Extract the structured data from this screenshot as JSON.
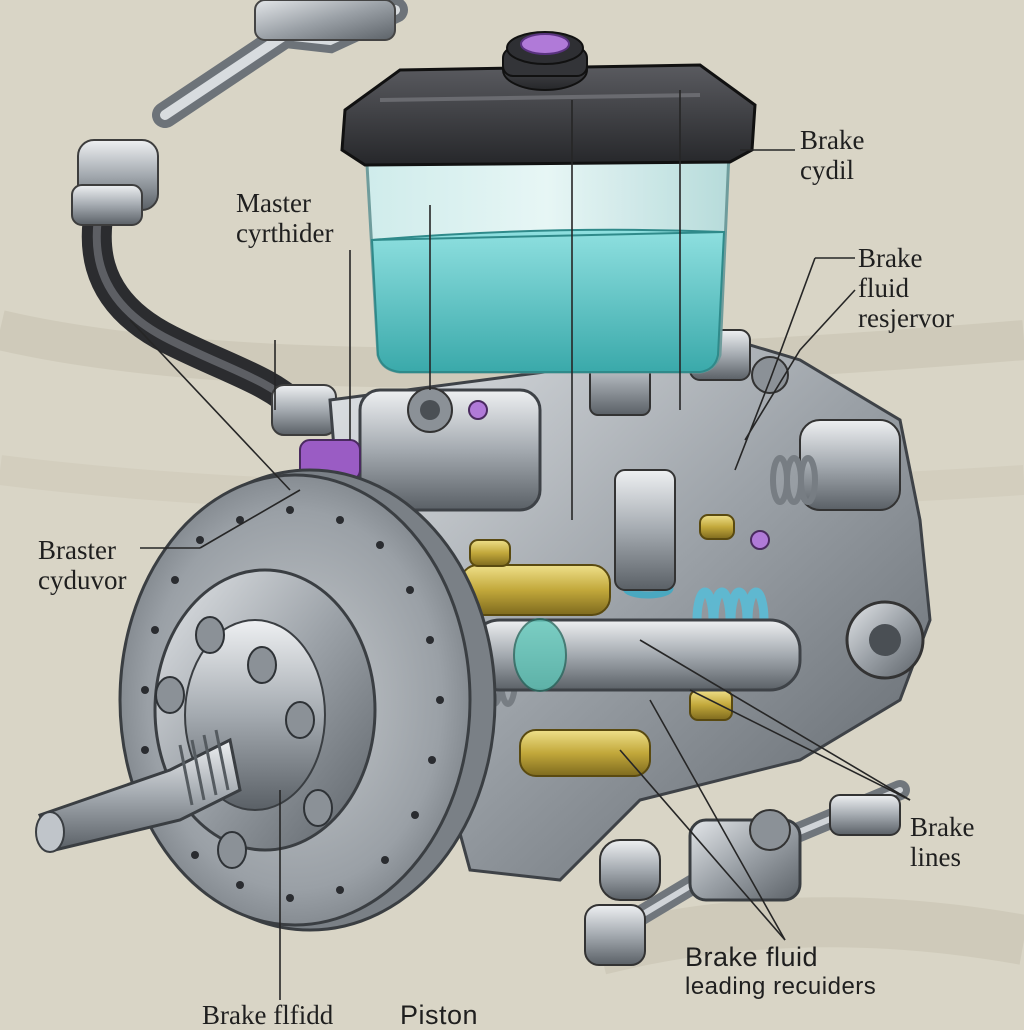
{
  "labels": {
    "brake_cydil": [
      "Brake",
      "cydil"
    ],
    "master_cyrthider": [
      "Master",
      "cyrthider"
    ],
    "brake_fluid_resjervor": [
      "Brake",
      "fluid",
      "resjervor"
    ],
    "braster_cyduvor": [
      "Braster",
      "cyduvor"
    ],
    "brake_lines": [
      "Brake",
      "lines"
    ],
    "brake_fluid_leading": [
      "Brake fluid",
      "leading recuiders"
    ],
    "brake_flfidd": "Brake flfidd",
    "piston": "Piston"
  },
  "colors": {
    "background": "#d9d5c6",
    "reservoir_fluid": "#5fc6c6",
    "reservoir_cap": "#3a3a3e",
    "cap_accent": "#a86bd0",
    "metal": "#9aa0a6",
    "brass": "#c9b24a",
    "spring": "#6cc6d8",
    "line": "#2a2a2a"
  },
  "icons": [
    "reservoir-cap-icon",
    "brake-disc-icon",
    "spring-icon",
    "brass-fitting-icon"
  ]
}
